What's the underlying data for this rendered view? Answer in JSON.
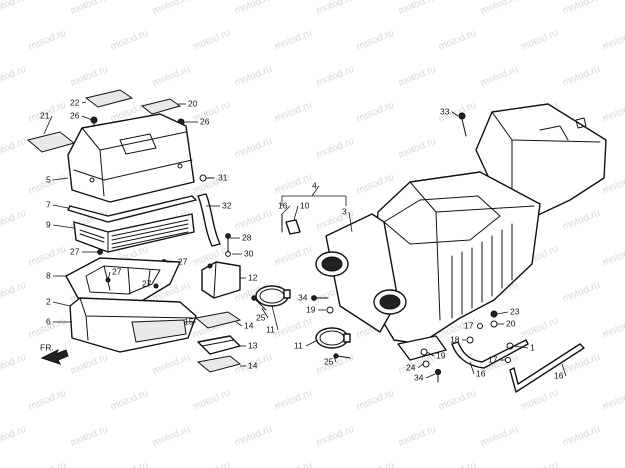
{
  "watermark": "motod.ru",
  "direction_label": "FR.",
  "callouts": [
    {
      "id": "label-22",
      "text": "22"
    },
    {
      "id": "label-21",
      "text": "21"
    },
    {
      "id": "label-26-left",
      "text": "26"
    },
    {
      "id": "label-20",
      "text": "20"
    },
    {
      "id": "label-26-right",
      "text": "26"
    },
    {
      "id": "label-5",
      "text": "5"
    },
    {
      "id": "label-31",
      "text": "31"
    },
    {
      "id": "label-7",
      "text": "7"
    },
    {
      "id": "label-32",
      "text": "32"
    },
    {
      "id": "label-9",
      "text": "9"
    },
    {
      "id": "label-27-a",
      "text": "27"
    },
    {
      "id": "label-28",
      "text": "28"
    },
    {
      "id": "label-30",
      "text": "30"
    },
    {
      "id": "label-27-b",
      "text": "27"
    },
    {
      "id": "label-27-c",
      "text": "27"
    },
    {
      "id": "label-8",
      "text": "8"
    },
    {
      "id": "label-27-d",
      "text": "27"
    },
    {
      "id": "label-12",
      "text": "12"
    },
    {
      "id": "label-2",
      "text": "2"
    },
    {
      "id": "label-15",
      "text": "15"
    },
    {
      "id": "label-6",
      "text": "6"
    },
    {
      "id": "label-14-a",
      "text": "14"
    },
    {
      "id": "label-13",
      "text": "13"
    },
    {
      "id": "label-14-b",
      "text": "14"
    },
    {
      "id": "label-25-a",
      "text": "25"
    },
    {
      "id": "label-11-a",
      "text": "11"
    },
    {
      "id": "label-4",
      "text": "4"
    },
    {
      "id": "label-16-a",
      "text": "16"
    },
    {
      "id": "label-10",
      "text": "10"
    },
    {
      "id": "label-3",
      "text": "3"
    },
    {
      "id": "label-34-a",
      "text": "34"
    },
    {
      "id": "label-19-a",
      "text": "19"
    },
    {
      "id": "label-11-b",
      "text": "11"
    },
    {
      "id": "label-25-b",
      "text": "25"
    },
    {
      "id": "label-33",
      "text": "33"
    },
    {
      "id": "label-23",
      "text": "23"
    },
    {
      "id": "label-20-b",
      "text": "20"
    },
    {
      "id": "label-17-a",
      "text": "17"
    },
    {
      "id": "label-18",
      "text": "18"
    },
    {
      "id": "label-1",
      "text": "1"
    },
    {
      "id": "label-19-b",
      "text": "19"
    },
    {
      "id": "label-17-b",
      "text": "17"
    },
    {
      "id": "label-24",
      "text": "24"
    },
    {
      "id": "label-16-b",
      "text": "16"
    },
    {
      "id": "label-34-b",
      "text": "34"
    },
    {
      "id": "label-16-c",
      "text": "16"
    }
  ]
}
